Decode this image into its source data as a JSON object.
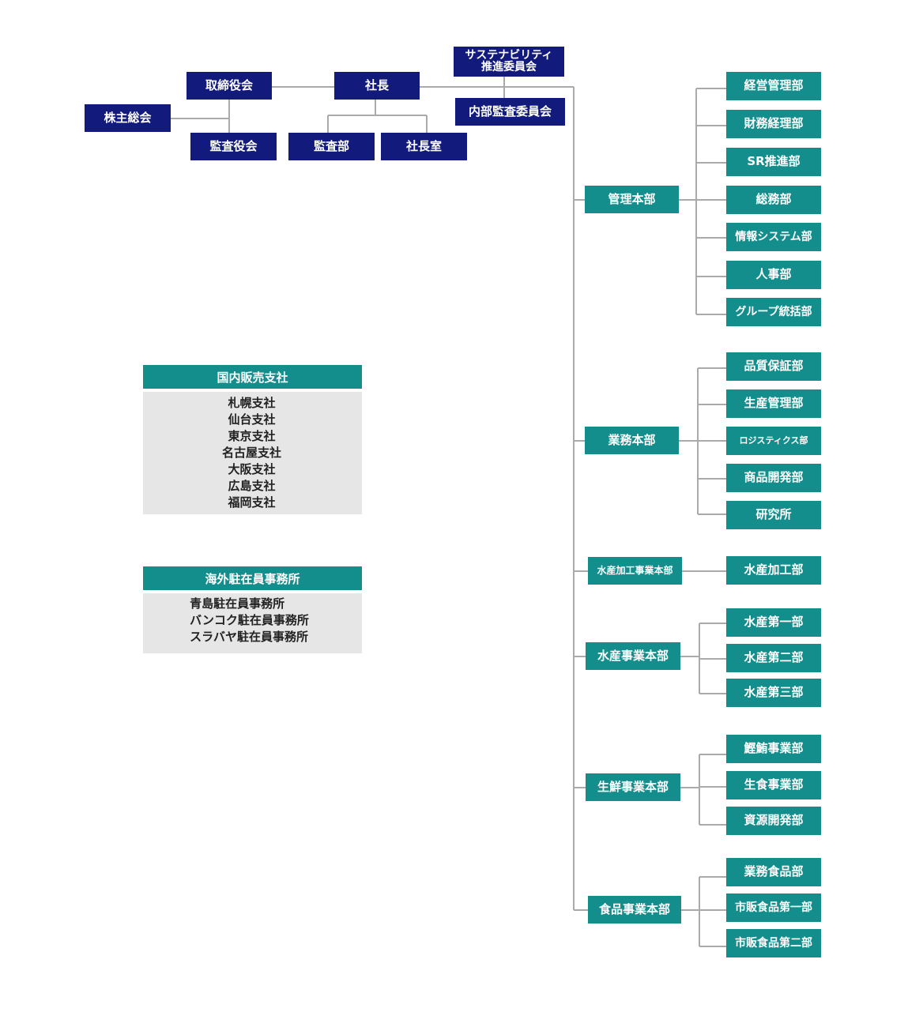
{
  "org": {
    "shareholders": "株主総会",
    "board": "取締役会",
    "auditors": "監査役会",
    "president": "社長",
    "audit_dept": "監査部",
    "presidents_office": "社長室",
    "sustainability_committee": [
      "サステナビリティ",
      "推進委員会"
    ],
    "internal_audit_committee": "内部監査委員会"
  },
  "divisions": [
    {
      "name": "管理本部",
      "depts": [
        "経営管理部",
        "財務経理部",
        "SR推進部",
        "総務部",
        "情報システム部",
        "人事部",
        "グループ統括部"
      ]
    },
    {
      "name": "業務本部",
      "depts": [
        "品質保証部",
        "生産管理部",
        "ロジスティクス部",
        "商品開発部",
        "研究所"
      ]
    },
    {
      "name": "水産加工事業本部",
      "depts": [
        "水産加工部"
      ]
    },
    {
      "name": "水産事業本部",
      "depts": [
        "水産第一部",
        "水産第二部",
        "水産第三部"
      ]
    },
    {
      "name": "生鮮事業本部",
      "depts": [
        "鰹鮪事業部",
        "生食事業部",
        "資源開発部"
      ]
    },
    {
      "name": "食品事業本部",
      "depts": [
        "業務食品部",
        "市販食品第一部",
        "市販食品第二部"
      ]
    }
  ],
  "domestic_branches": {
    "title": "国内販売支社",
    "items": [
      "札幌支社",
      "仙台支社",
      "東京支社",
      "名古屋支社",
      "大阪支社",
      "広島支社",
      "福岡支社"
    ]
  },
  "overseas_offices": {
    "title": "海外駐在員事務所",
    "items": [
      "青島駐在員事務所",
      "バンコク駐在員事務所",
      "スラバヤ駐在員事務所"
    ]
  },
  "colors": {
    "navy": "#121a7c",
    "teal": "#148e8c",
    "line": "#aaaaaa",
    "panel": "#e6e6e6"
  }
}
